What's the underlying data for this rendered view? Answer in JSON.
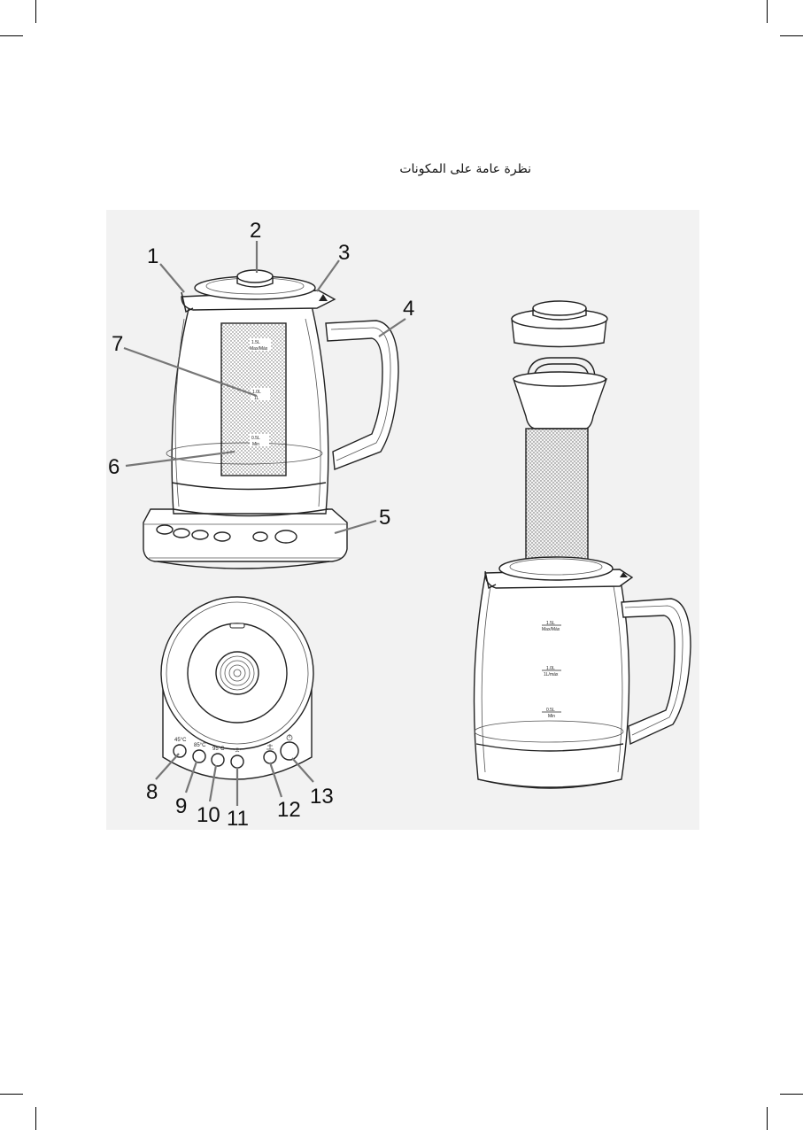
{
  "header": {
    "title": "نظرة عامة على المكونات"
  },
  "callouts": [
    "1",
    "2",
    "3",
    "4",
    "5",
    "6",
    "7",
    "8",
    "9",
    "10",
    "11",
    "12",
    "13"
  ],
  "control_panel": {
    "buttons": [
      "45°C",
      "85°C",
      "95°C",
      "",
      "",
      ""
    ]
  },
  "infuser_marks": [
    {
      "volume": "1.5L",
      "label": "Max/Máx"
    },
    {
      "volume": "1.0L",
      "label": "1L"
    },
    {
      "volume": "0.5L",
      "label": "Min"
    }
  ],
  "jug_marks": [
    {
      "volume": "1.5L",
      "label": "Max/Máx"
    },
    {
      "volume": "1.0L",
      "label": "1L/máx"
    },
    {
      "volume": "0.5L",
      "label": "Min"
    }
  ]
}
